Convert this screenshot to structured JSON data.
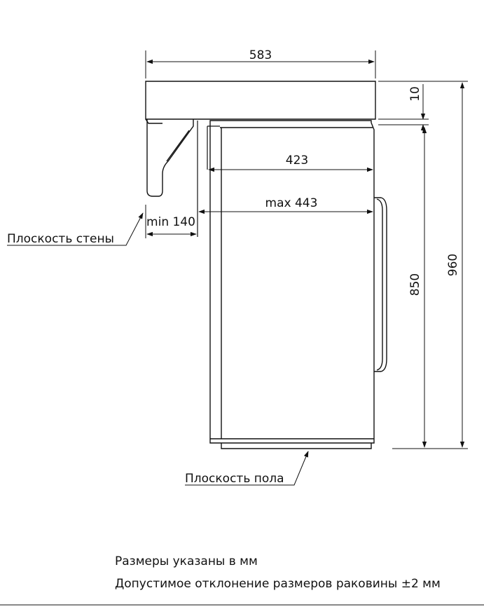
{
  "dimensions": {
    "sink_width": "583",
    "sink_thickness": "10",
    "machine_depth": "423",
    "machine_depth_max": "max 443",
    "wall_gap": "min 140",
    "machine_height": "850",
    "total_height": "960"
  },
  "callouts": {
    "wall_plane": "Плоскость стены",
    "floor_plane": "Плоскость пола"
  },
  "notes": {
    "units": "Размеры указаны в мм",
    "tolerance": "Допустимое отклонение размеров раковины ±2 мм"
  }
}
